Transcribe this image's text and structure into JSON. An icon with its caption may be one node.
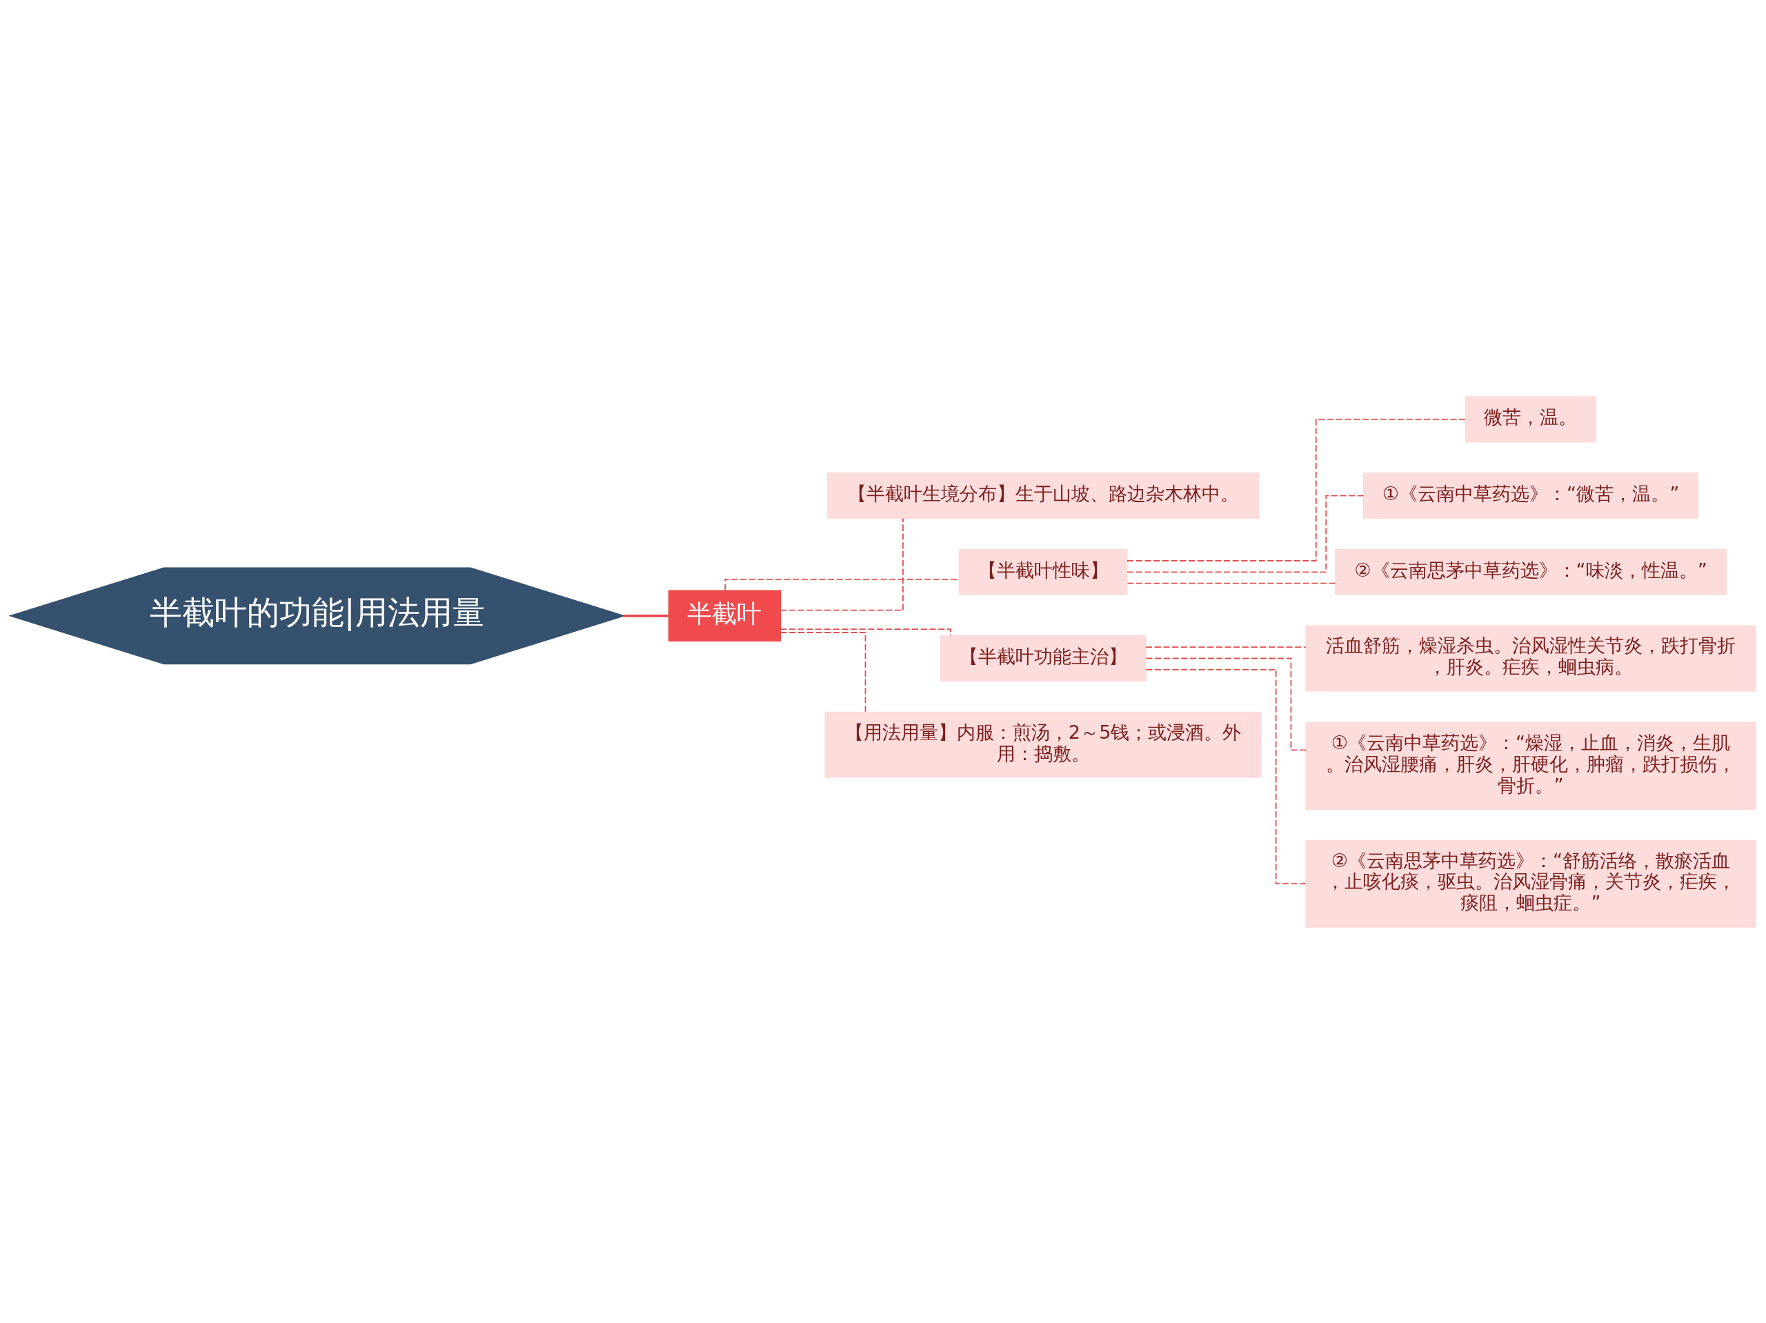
{
  "diagram": {
    "nodes": [
      {
        "text": [
          "半截叶的功能|用法用量"
        ]
      },
      {
        "text": [
          "半截叶"
        ]
      },
      {
        "text": [
          "【半截叶生境分布】生于山坡、路边杂木林中。"
        ]
      },
      {
        "text": [
          "【半截叶性味】"
        ]
      },
      {
        "text": [
          "微苦，温。"
        ]
      },
      {
        "text": [
          "①《云南中草药选》：“微苦，温。”"
        ]
      },
      {
        "text": [
          "②《云南思茅中草药选》：“味淡，性温。”"
        ]
      },
      {
        "text": [
          "【半截叶功能主治】"
        ]
      },
      {
        "text": [
          "活血舒筋，燥湿杀虫。治风湿性关节炎，跌打骨折，肝炎。疟疾，蛔虫病。"
        ]
      },
      {
        "text": [
          "①《云南中草药选》：“燥湿，止血，消炎，生肌。治风湿腰痛，肝炎，肝硬化，肿瘤，跌打损伤，骨折。”"
        ]
      },
      {
        "text": [
          "②《云南思茅中草药选》：“舒筋活络，散瘀活血，止咳化痰，驱虫。治风湿骨痛，关节炎，疟疾，痰阻，蛔虫症。”"
        ]
      },
      {
        "text": [
          "【用法用量】内服：煎汤，2～5钱；或浸酒。外用：捣敷。"
        ]
      }
    ],
    "edges": [
      {
        "from": 0,
        "to": 1,
        "arrow": "none",
        "color": "#e8474b"
      },
      {
        "from": 1,
        "to": 2,
        "arrow": "none",
        "style": "dashed"
      },
      {
        "from": 1,
        "to": 3,
        "arrow": "none",
        "style": "dashed"
      },
      {
        "from": 3,
        "to": 4,
        "arrow": "none",
        "style": "dashed"
      },
      {
        "from": 3,
        "to": 5,
        "arrow": "none",
        "style": "dashed"
      },
      {
        "from": 3,
        "to": 6,
        "arrow": "none",
        "style": "dashed"
      },
      {
        "from": 1,
        "to": 7,
        "arrow": "none",
        "style": "dashed"
      },
      {
        "from": 7,
        "to": 8,
        "arrow": "none",
        "style": "dashed"
      },
      {
        "from": 7,
        "to": 9,
        "arrow": "none",
        "style": "dashed"
      },
      {
        "from": 7,
        "to": 10,
        "arrow": "none",
        "style": "dashed"
      },
      {
        "from": 1,
        "to": 11,
        "arrow": "none",
        "style": "dashed"
      }
    ]
  }
}
